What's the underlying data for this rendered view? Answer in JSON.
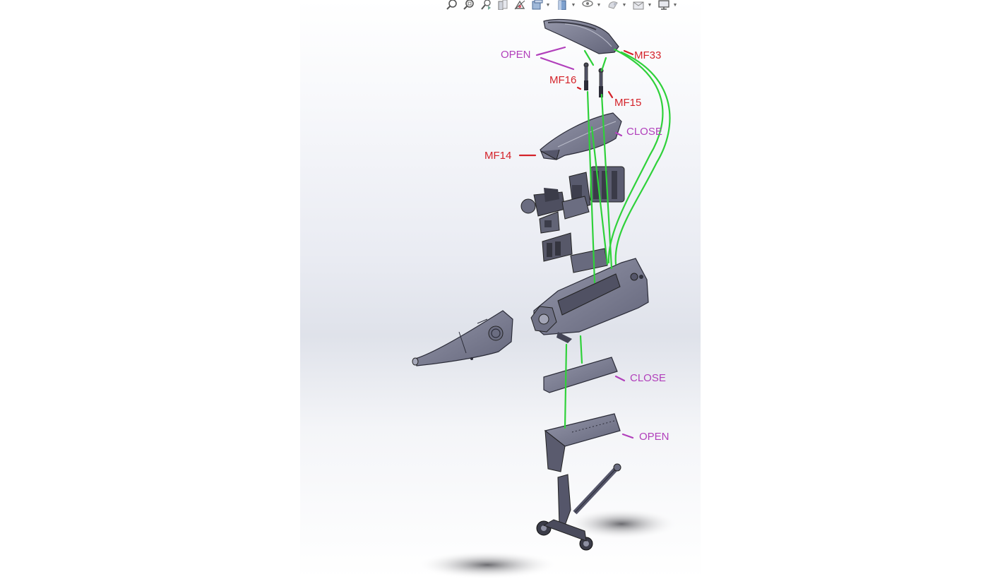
{
  "toolbar": {
    "items": [
      {
        "icon": "zoom-to-fit-icon",
        "has_menu": false
      },
      {
        "icon": "zoom-to-area-icon",
        "has_menu": false
      },
      {
        "icon": "previous-view-icon",
        "has_menu": false
      },
      {
        "icon": "section-view-icon",
        "has_menu": false
      },
      {
        "icon": "dynamic-annotation-icon",
        "has_menu": false
      },
      {
        "icon": "view-orientation-icon",
        "has_menu": true
      },
      {
        "icon": "display-style-icon",
        "has_menu": true
      },
      {
        "icon": "hide-show-items-icon",
        "has_menu": true
      },
      {
        "icon": "edit-appearance-icon",
        "has_menu": true
      },
      {
        "icon": "apply-scene-icon",
        "has_menu": true
      },
      {
        "icon": "view-settings-icon",
        "has_menu": true
      }
    ]
  },
  "annotations": {
    "open_top": "OPEN",
    "mf33": "MF33",
    "mf16": "MF16",
    "mf15": "MF15",
    "close_top": "CLOSE",
    "mf14": "MF14",
    "close_bottom": "CLOSE",
    "open_bottom": "OPEN"
  },
  "colors": {
    "part_gray": "#7d7f92",
    "part_edge": "#2b2c38",
    "connector_green": "#2fd13a",
    "label_red": "#d4232a",
    "label_purple": "#b13fbb"
  }
}
